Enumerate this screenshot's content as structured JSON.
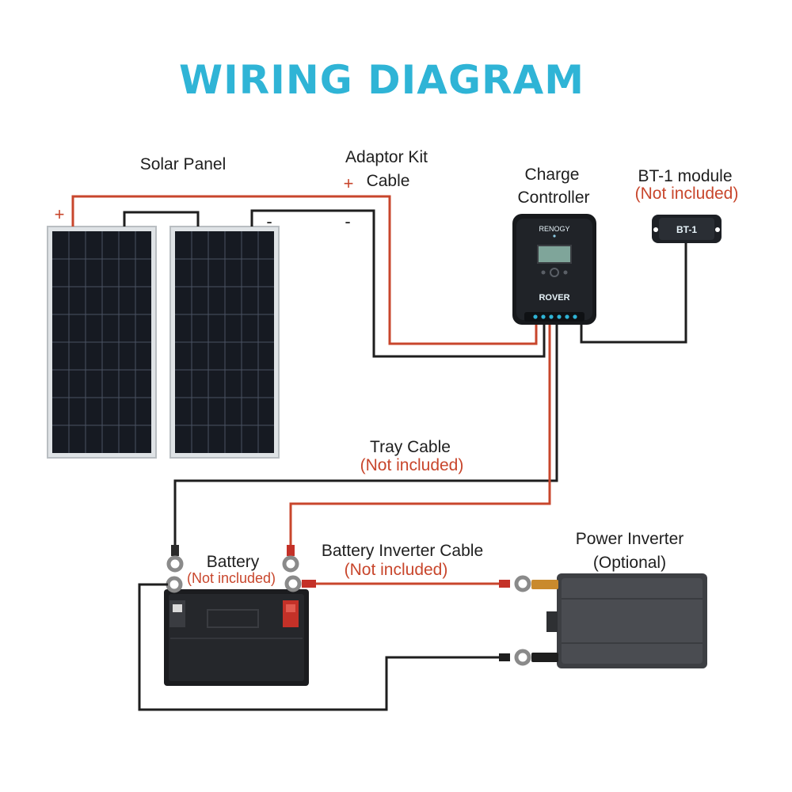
{
  "title": "WIRING DIAGRAM",
  "labels": {
    "solar_panel": "Solar Panel",
    "adaptor_kit_line1": "Adaptor Kit",
    "adaptor_kit_line2": "Cable",
    "charge_controller_line1": "Charge",
    "charge_controller_line2": "Controller",
    "bt1_module": "BT-1 module",
    "bt1_note": "(Not included)",
    "tray_cable": "Tray Cable",
    "tray_cable_note": "(Not included)",
    "battery": "Battery",
    "battery_note": "(Not included)",
    "battery_inverter_cable": "Battery Inverter Cable",
    "battery_inverter_cable_note": "(Not included)",
    "power_inverter_line1": "Power Inverter",
    "power_inverter_line2": "(Optional)"
  },
  "signs": {
    "panel_positive": "+",
    "adaptor_positive": "+",
    "panel_negative": "-",
    "adaptor_negative": "-"
  },
  "devices": {
    "controller_brand": "RENOGY",
    "controller_model": "ROVER",
    "module_text": "BT-1"
  },
  "colors": {
    "title": "#2fb4d6",
    "positive_wire": "#c8462c",
    "negative_wire": "#1e1e1e",
    "note_text": "#c8462c"
  }
}
